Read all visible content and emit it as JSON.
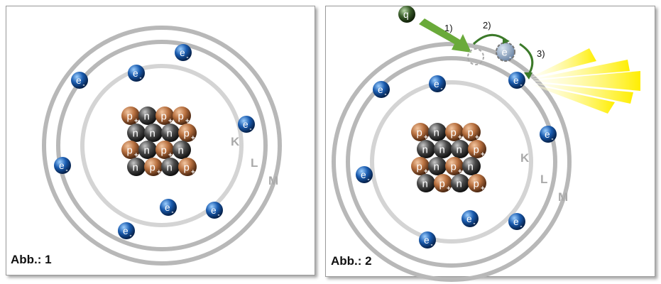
{
  "figures": [
    {
      "caption": "Abb.: 1",
      "shell_labels": [
        "K",
        "L",
        "M"
      ]
    },
    {
      "caption": "Abb.: 2",
      "shell_labels": [
        "K",
        "L",
        "M"
      ],
      "step_labels": [
        "1)",
        "2)",
        "3)"
      ],
      "projectile_label": "q"
    }
  ],
  "electron_label": "e",
  "electron_sign": "-",
  "proton_label": "p",
  "proton_sign": "+",
  "neutron_label": "n",
  "nucleus": [
    "p",
    "n",
    "p",
    "p",
    "n",
    "n",
    "n",
    "p",
    "p",
    "n",
    "p",
    "n",
    "n",
    "p",
    "n",
    "p"
  ],
  "colors": {
    "arrow": "#6aaa3a",
    "light": "#ffee00",
    "shell_inner": "#d4d4d4",
    "shell_outer": "#b8b8b8",
    "electron": "#1a5cb0",
    "proton": "#b8703f",
    "neutron": "#4a4a4a"
  }
}
